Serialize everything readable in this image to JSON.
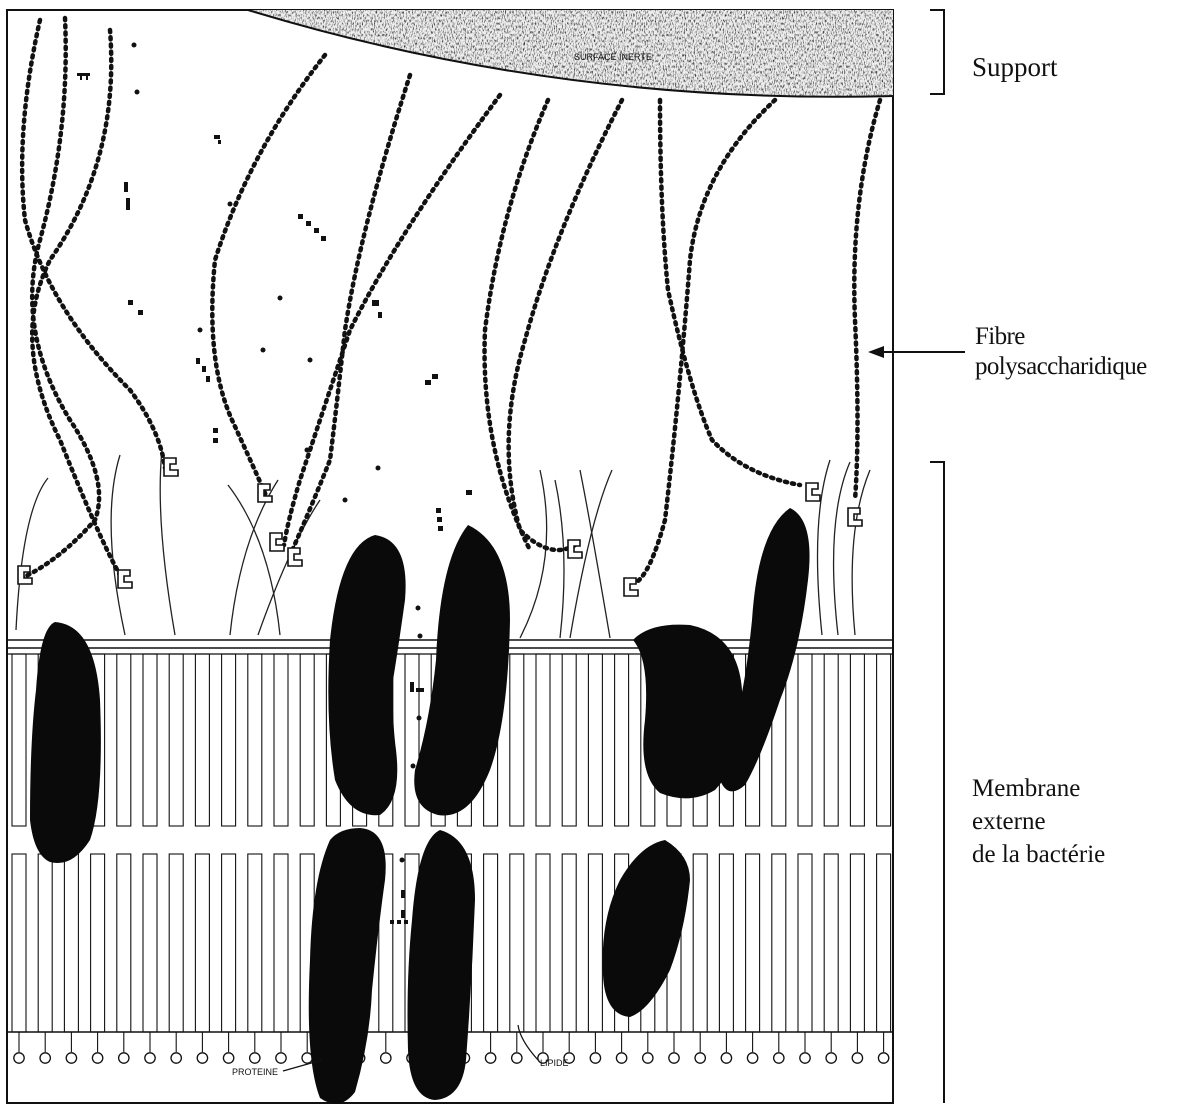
{
  "labels": {
    "support": "Support",
    "fibre_line1": "Fibre",
    "fibre_line2": "polysaccharidique",
    "membrane_line1": "Membrane",
    "membrane_line2": "externe",
    "membrane_line3": "de la bactérie",
    "surface_inerte": "SURFACE INERTE",
    "proteine": "PROTEINE",
    "lipide": "LIPIDE"
  },
  "colors": {
    "ink": "#111111",
    "background": "#ffffff",
    "support_texture": "#2a2a2a"
  }
}
